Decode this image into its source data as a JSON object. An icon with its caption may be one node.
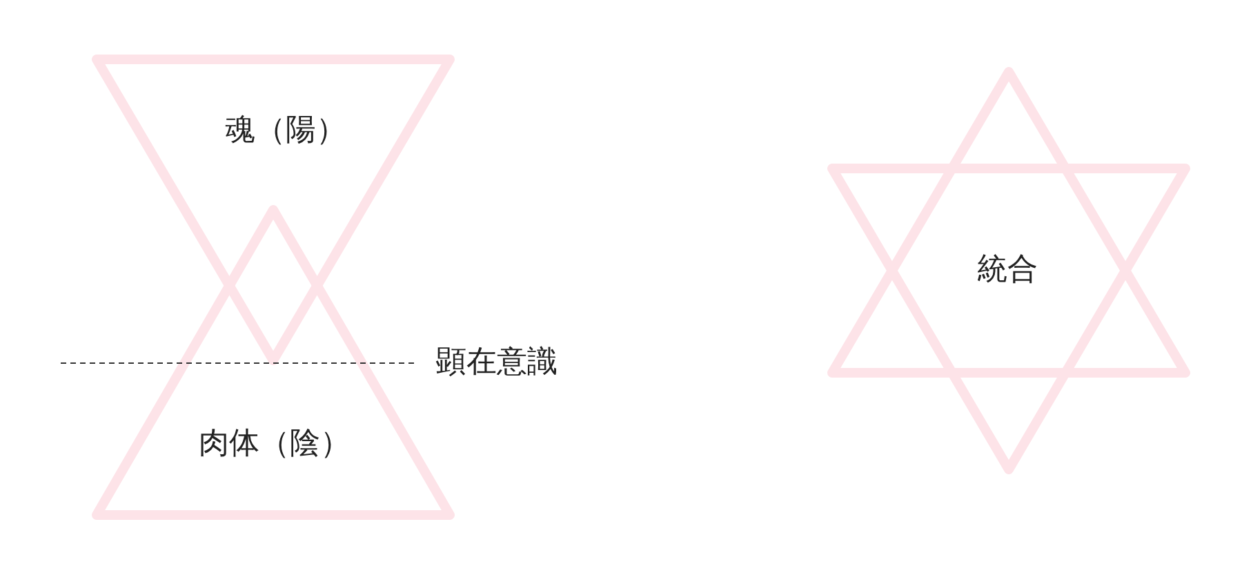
{
  "diagram": {
    "nodes": [
      {
        "text": [
          "魂（陽）"
        ]
      },
      {
        "text": [
          "肉体（陰）"
        ]
      },
      {
        "text": [
          "統合"
        ]
      }
    ],
    "labels": [
      "顕在意識"
    ]
  }
}
